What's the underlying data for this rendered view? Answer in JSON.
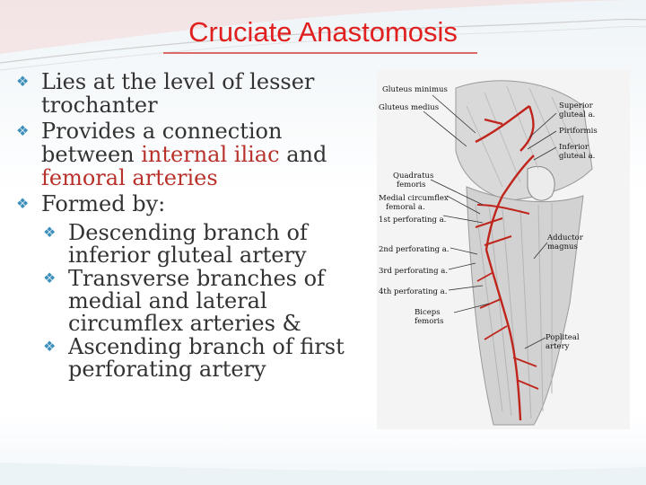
{
  "title": "Cruciate Anastomosis",
  "bullets": {
    "b1": "Lies at the level of lesser trochanter",
    "b2_pre": "Provides a connection between ",
    "b2_red1": "internal iliac",
    "b2_mid": " and ",
    "b2_red2": "femoral arteries",
    "b3": "Formed by:",
    "sub1": "Descending branch of inferior gluteal artery",
    "sub2": "Transverse branches of medial and lateral circumflex arteries &",
    "sub3": "Ascending branch of first perforating artery"
  },
  "figure": {
    "labels": {
      "gluteus_minimus": "Gluteus minimus",
      "gluteus_medius": "Gluteus medius",
      "superior_gluteal_1": "Superior",
      "superior_gluteal_2": "gluteal a.",
      "piriformis": "Piriformis",
      "inferior_gluteal_1": "Inferior",
      "inferior_gluteal_2": "gluteal a.",
      "quadratus_1": "Quadratus",
      "quadratus_2": "femoris",
      "medial_circumflex_1": "Medial circumflex",
      "medial_circumflex_2": "femoral a.",
      "perf1": "1st perforating a.",
      "perf2": "2nd perforating a.",
      "perf3": "3rd perforating a.",
      "perf4": "4th perforating a.",
      "adductor_1": "Adductor",
      "adductor_2": "magnus",
      "biceps_1": "Biceps",
      "biceps_2": "femoris",
      "popliteal_1": "Popliteal",
      "popliteal_2": "artery"
    }
  },
  "colors": {
    "title": "#e0201e",
    "bullet": "#3e90bc",
    "emphasis": "#b8322b",
    "artery": "#c0251c"
  }
}
